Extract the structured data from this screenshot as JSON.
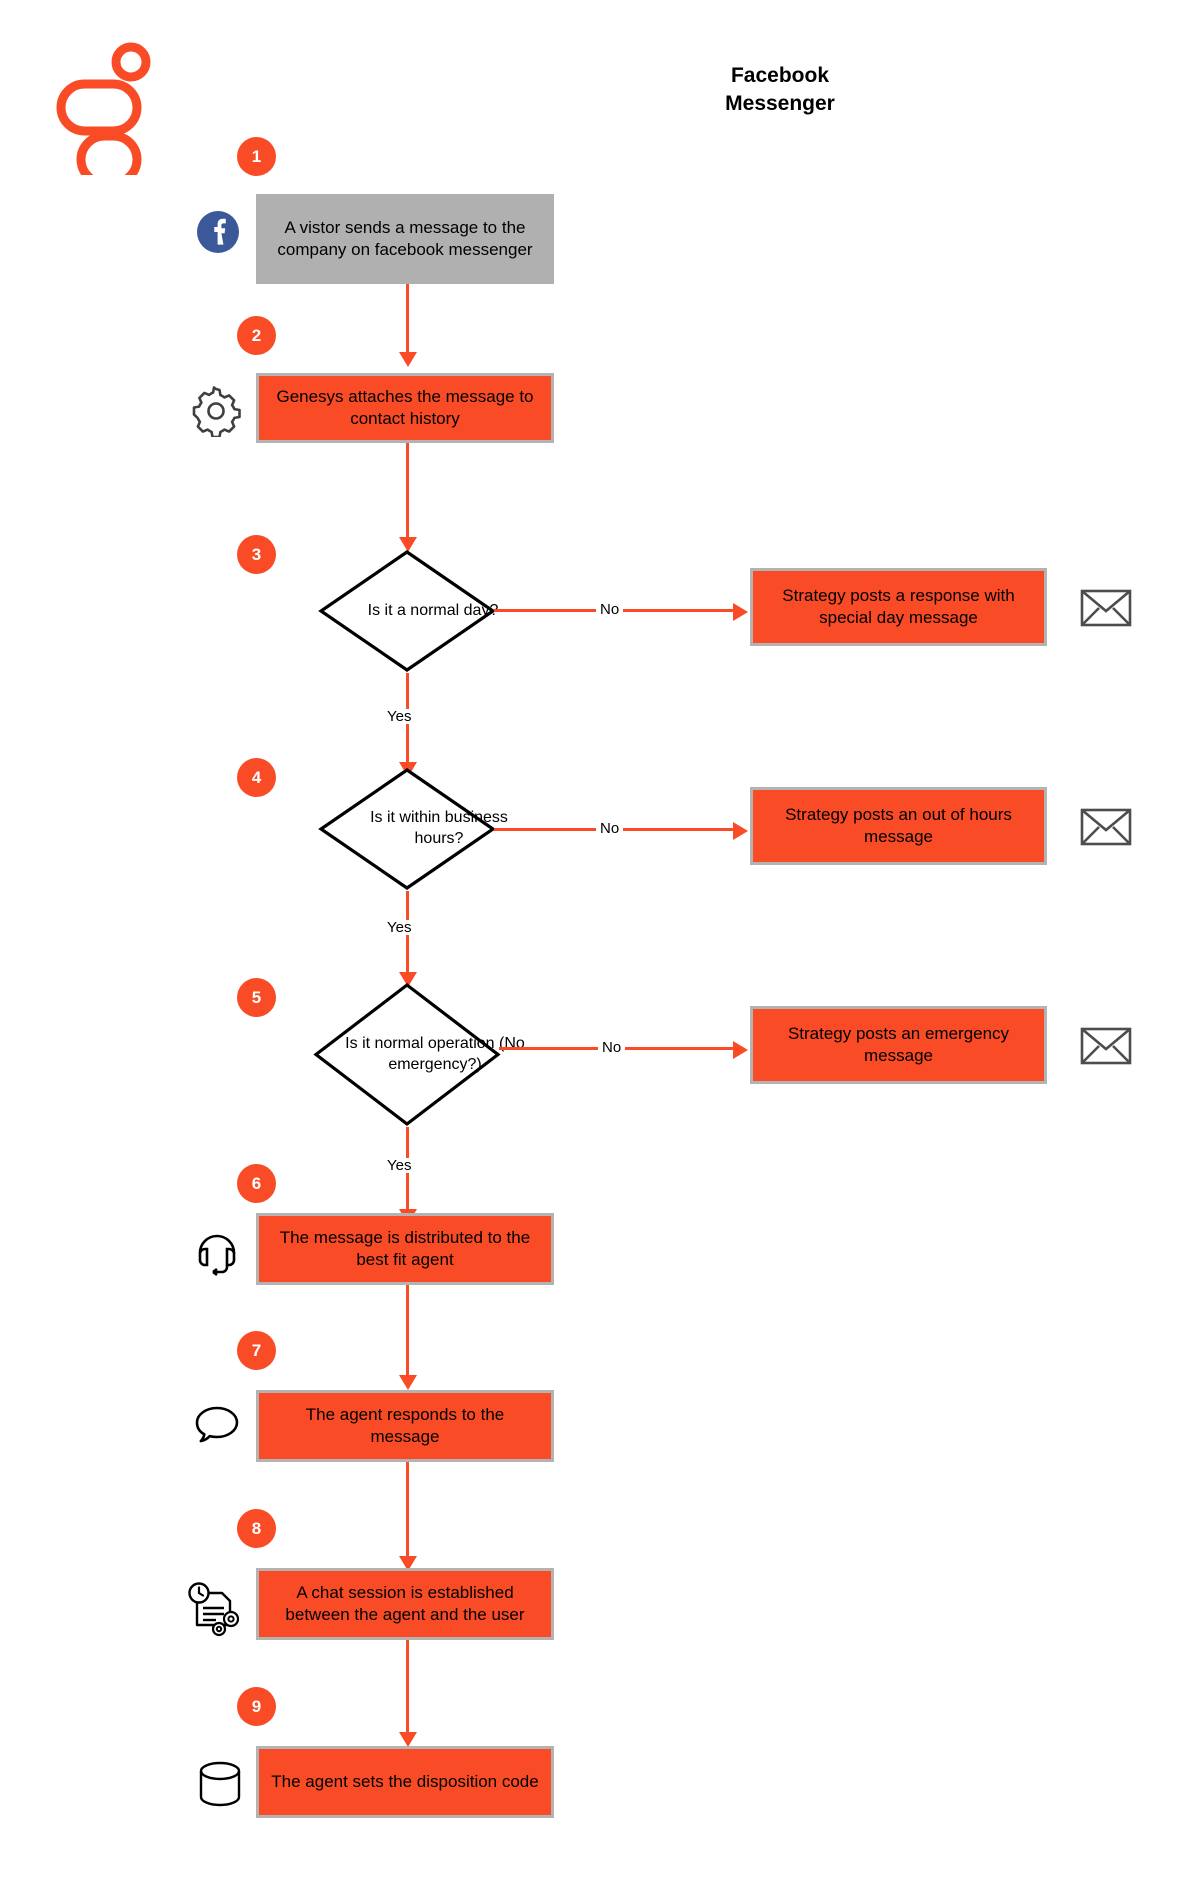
{
  "meta": {
    "brand_orange": "#fa4b27",
    "box_border_gray": "#b3b3b3",
    "gray_box_fill": "#b0b0b0",
    "facebook_blue": "#3b5998"
  },
  "header": {
    "title_line1": "Facebook",
    "title_line2": "Messenger",
    "logo_name": "genesys-logo"
  },
  "steps": [
    {
      "number": "1",
      "kind": "process",
      "fill": "gray",
      "icon": "facebook-icon",
      "text": "A vistor sends a message to the company on facebook messenger"
    },
    {
      "number": "2",
      "kind": "process",
      "fill": "orange",
      "icon": "gear-icon",
      "text": "Genesys attaches the message to contact history"
    },
    {
      "number": "3",
      "kind": "decision",
      "text": "Is it a normal day?",
      "no_label": "No",
      "yes_label": "Yes",
      "no_target": "Strategy posts a response with special day message",
      "no_target_icon": "envelope-icon"
    },
    {
      "number": "4",
      "kind": "decision",
      "text": "Is it within business hours?",
      "no_label": "No",
      "yes_label": "Yes",
      "no_target": "Strategy posts an out of hours message",
      "no_target_icon": "envelope-icon"
    },
    {
      "number": "5",
      "kind": "decision",
      "text": "Is it normal operation (No emergency?)",
      "no_label": "No",
      "yes_label": "Yes",
      "no_target": "Strategy posts an emergency message",
      "no_target_icon": "envelope-icon"
    },
    {
      "number": "6",
      "kind": "process",
      "fill": "orange",
      "icon": "headset-icon",
      "text": "The message is distributed to the best fit agent"
    },
    {
      "number": "7",
      "kind": "process",
      "fill": "orange",
      "icon": "speech-bubble-icon",
      "text": "The agent responds to the message"
    },
    {
      "number": "8",
      "kind": "process",
      "fill": "orange",
      "icon": "document-clock-gear-icon",
      "text": "A chat session is established between the agent and the user"
    },
    {
      "number": "9",
      "kind": "process",
      "fill": "orange",
      "icon": "database-icon",
      "text": "The agent sets the disposition code"
    }
  ]
}
